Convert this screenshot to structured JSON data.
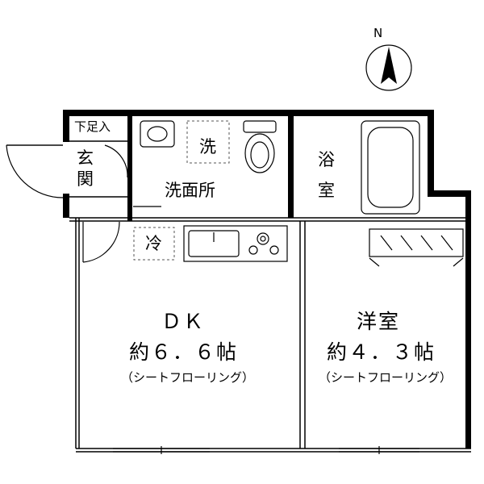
{
  "compass": {
    "north_label": "N",
    "icon": "north-arrow-icon"
  },
  "rooms": {
    "shoe_box": "下足入",
    "entrance": "玄関",
    "wash_mark": "洗",
    "washroom": "洗面所",
    "bath_1": "浴",
    "bath_2": "室",
    "fridge": "冷",
    "dk_name": "ＤＫ",
    "dk_size": "約６．６帖",
    "dk_floor": "（シートフローリング）",
    "western_name": "洋室",
    "western_size": "約４．３帖",
    "western_floor": "（シートフローリング）"
  },
  "fixtures": [
    "washbasin-icon",
    "toilet-icon",
    "bathtub-icon",
    "sink-icon",
    "stove-icon",
    "closet-icon"
  ]
}
